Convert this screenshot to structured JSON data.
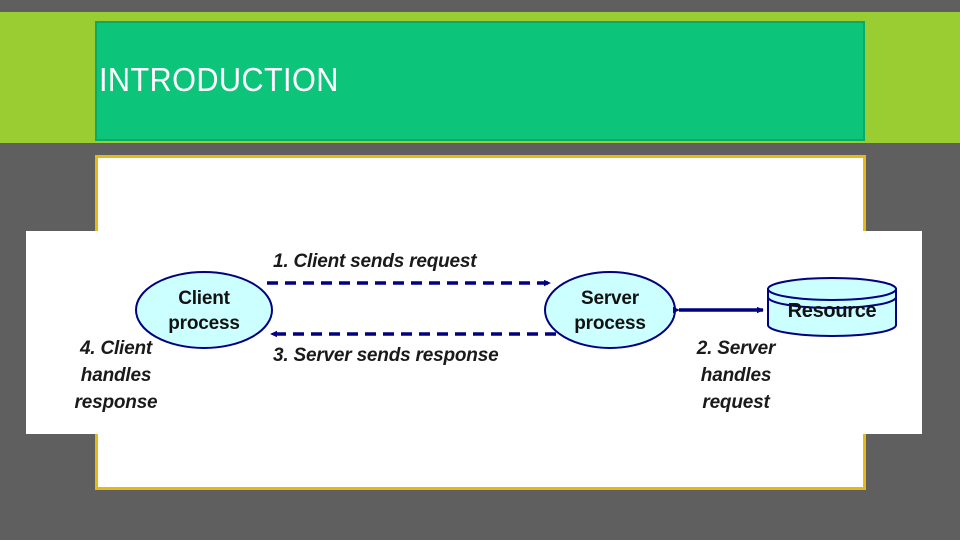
{
  "slide": {
    "background_color": "#5f5f5f",
    "band_color": "#9ACD32",
    "title_box_color": "#0DC47B",
    "frame_border_color": "#E8B910",
    "title": "INTRODUCTION"
  },
  "diagram": {
    "type": "client-server-flow",
    "canvas_color": "#FFFFFF",
    "node_fill": "#CCFFFF",
    "stroke_color": "#000080",
    "nodes": [
      {
        "id": "client",
        "shape": "ellipse",
        "line1": "Client",
        "line2": "process"
      },
      {
        "id": "server",
        "shape": "ellipse",
        "line1": "Server",
        "line2": "process"
      },
      {
        "id": "resource",
        "shape": "cylinder",
        "label": "Resource"
      }
    ],
    "steps": [
      {
        "number": "1.",
        "text": "1. Client sends request"
      },
      {
        "number": "2.",
        "line1": "2. Server",
        "line2": "handles",
        "line3": "request"
      },
      {
        "number": "3.",
        "text": "3. Server sends response"
      },
      {
        "number": "4.",
        "line1": "4. Client",
        "line2": "handles",
        "line3": "response"
      }
    ],
    "connectors": [
      {
        "id": "client-to-server",
        "style": "dashed",
        "direction": "right"
      },
      {
        "id": "server-to-client",
        "style": "dashed",
        "direction": "left"
      },
      {
        "id": "server-resource",
        "style": "solid",
        "direction": "both"
      }
    ]
  }
}
